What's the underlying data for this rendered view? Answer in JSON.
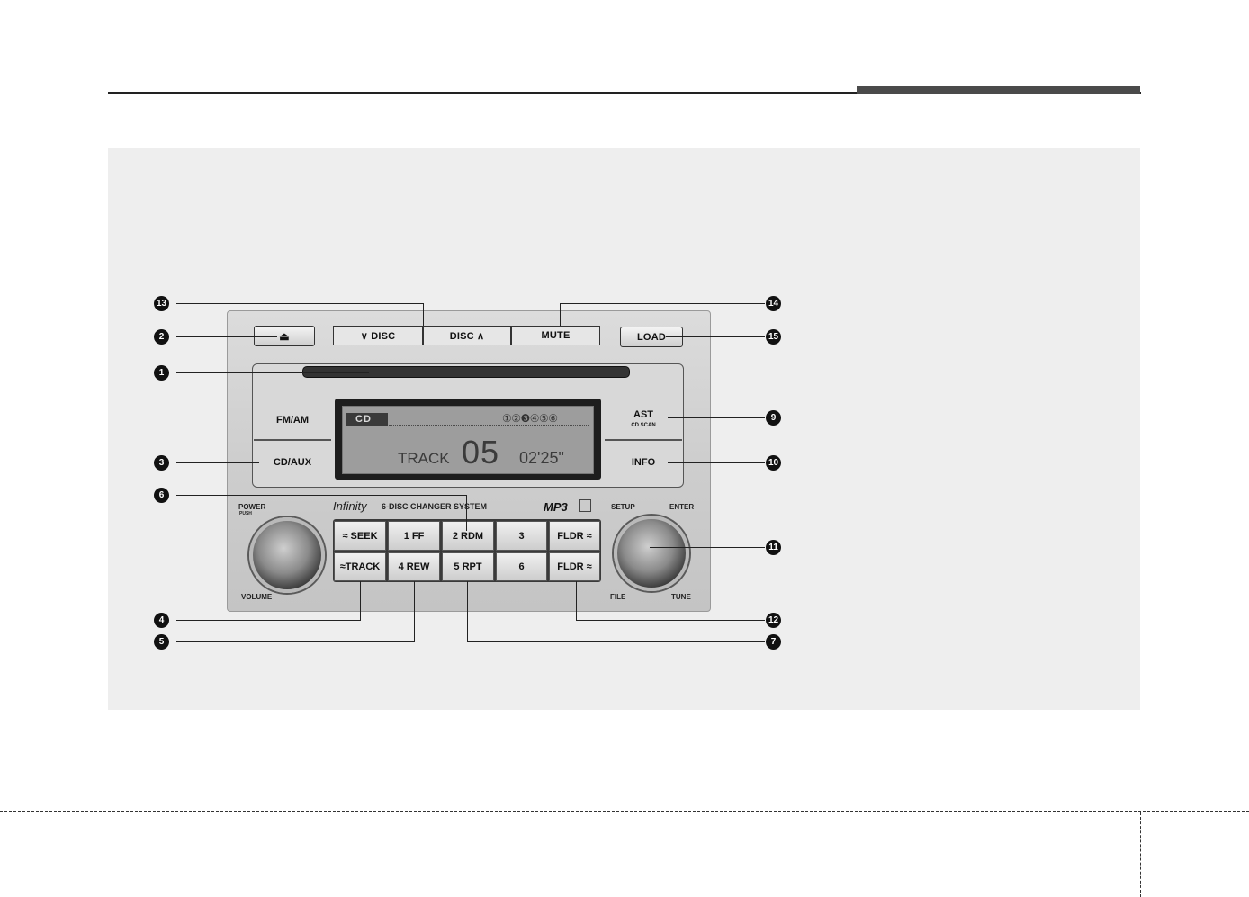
{
  "faceplate": {
    "eject_label": "⏏",
    "disc_down_label": "∨ DISC",
    "disc_up_label": "DISC ∧",
    "mute_label": "MUTE",
    "load_label": "LOAD",
    "fm_am_label": "FM/AM",
    "cd_aux_label": "CD/AUX",
    "ast_label": "AST",
    "cd_scan_label": "CD SCAN",
    "info_label": "INFO",
    "power_label": "POWER",
    "push_label": "PUSH",
    "volume_label": "VOLUME",
    "setup_label": "SETUP",
    "enter_label": "ENTER",
    "file_label": "FILE",
    "tune_label": "TUNE",
    "brand_label": "Infinity",
    "changer_label": "6-DISC CHANGER SYSTEM",
    "mp3_label": "MP3"
  },
  "display": {
    "mode": "CD",
    "discs": "①②❸④⑤⑥",
    "track_label": "TRACK",
    "track_number": "05",
    "time": "02'25\""
  },
  "keypad": {
    "seek": "≈ SEEK",
    "track": "≈TRACK",
    "k1": "1  FF",
    "k2": "2 RDM",
    "k3": "3",
    "k4": "4 REW",
    "k5": "5 RPT",
    "k6": "6",
    "fldr_up": "FLDR ≈",
    "fldr_down": "FLDR ≈"
  },
  "callouts": {
    "c1": "1",
    "c2": "2",
    "c3": "3",
    "c4": "4",
    "c5": "5",
    "c6": "6",
    "c7": "7",
    "c9": "9",
    "c10": "10",
    "c11": "11",
    "c12": "12",
    "c13": "13",
    "c14": "14",
    "c15": "15"
  }
}
